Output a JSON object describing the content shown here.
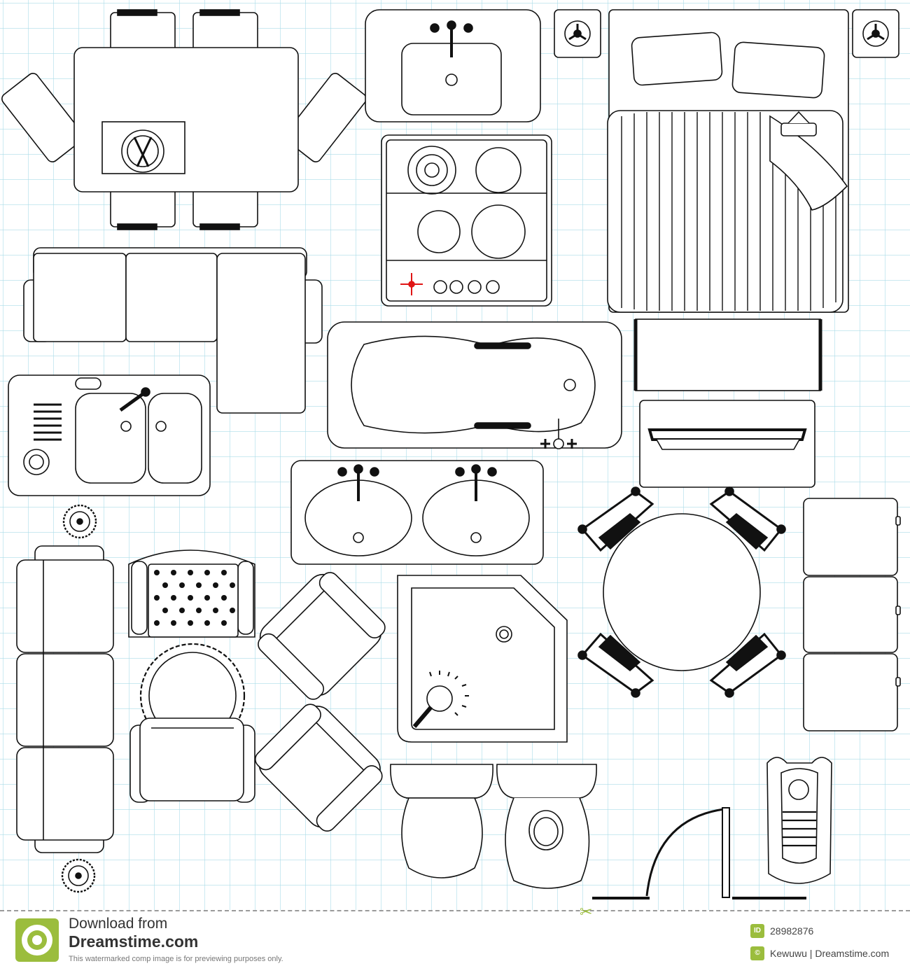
{
  "colors": {
    "grid": "#a9dce8",
    "line": "#111111",
    "accent_red": "#e01515",
    "logo_green": "#9bbd3d"
  },
  "plan": {
    "icons": [
      "dining-table-six-chairs",
      "kitchen-sink",
      "ceiling-fan",
      "double-bed",
      "cooktop",
      "sectional-sofa",
      "bathtub",
      "double-kitchen-sink",
      "bench",
      "dresser",
      "double-vanity",
      "round-table-four-chairs",
      "three-seat-sofa",
      "tufted-armchair",
      "armchair",
      "round-side-table",
      "corner-shower",
      "sectional-pieces",
      "toilet",
      "bidet",
      "door-swing",
      "squat-toilet",
      "potted-plant"
    ]
  },
  "footer": {
    "download_line1": "Download from",
    "download_line2": "Dreamstime.com",
    "disclaimer": "This watermarked comp image is for previewing purposes only.",
    "id_badge": "ID",
    "image_id": "28982876",
    "credit": "Kewuwu | Dreamstime.com",
    "credit_icon": "copyright-icon"
  }
}
